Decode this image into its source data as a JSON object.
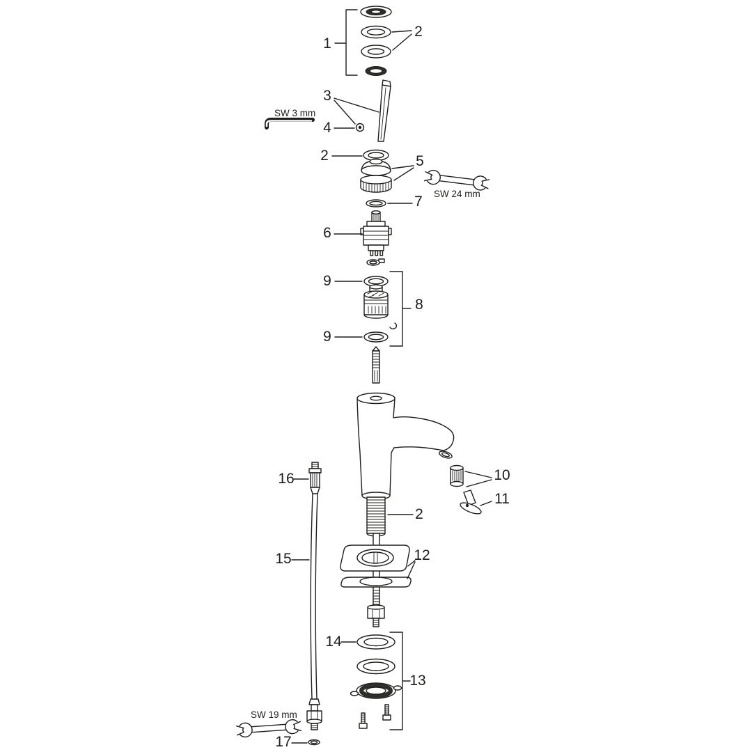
{
  "diagram": {
    "background": "#ffffff",
    "line_color": "#1d1d1b",
    "callouts": {
      "n1": "1",
      "n2a": "2",
      "n2b": "2",
      "n2c": "2",
      "n3": "3",
      "n4": "4",
      "n5": "5",
      "n6": "6",
      "n7": "7",
      "n8": "8",
      "n9a": "9",
      "n9b": "9",
      "n10": "10",
      "n11": "11",
      "n12": "12",
      "n13": "13",
      "n14": "14",
      "n15": "15",
      "n16": "16",
      "n17": "17"
    },
    "tool_notes": {
      "allen_key": "SW 3 mm",
      "wrench_top": "SW 24 mm",
      "wrench_bottom": "SW 19 mm"
    }
  }
}
